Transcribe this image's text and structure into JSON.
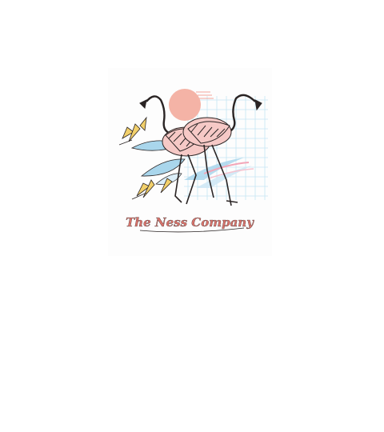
{
  "artwork": {
    "logo_text": "The Ness Company",
    "colors": {
      "background": "#ffffff",
      "sun": "#f4b3a6",
      "grid": "#bfe3f2",
      "leaf_blue": "#a9d6ec",
      "flower_yellow": "#f2d06b",
      "flamingo_pink": "#f6c9c6",
      "ink": "#2a2424",
      "script": "#d8736b",
      "brush_pink": "#f3a6b8"
    },
    "icons": [
      "flamingo-left",
      "flamingo-right",
      "sun",
      "grid",
      "bird-of-paradise-flowers",
      "leaves"
    ]
  }
}
